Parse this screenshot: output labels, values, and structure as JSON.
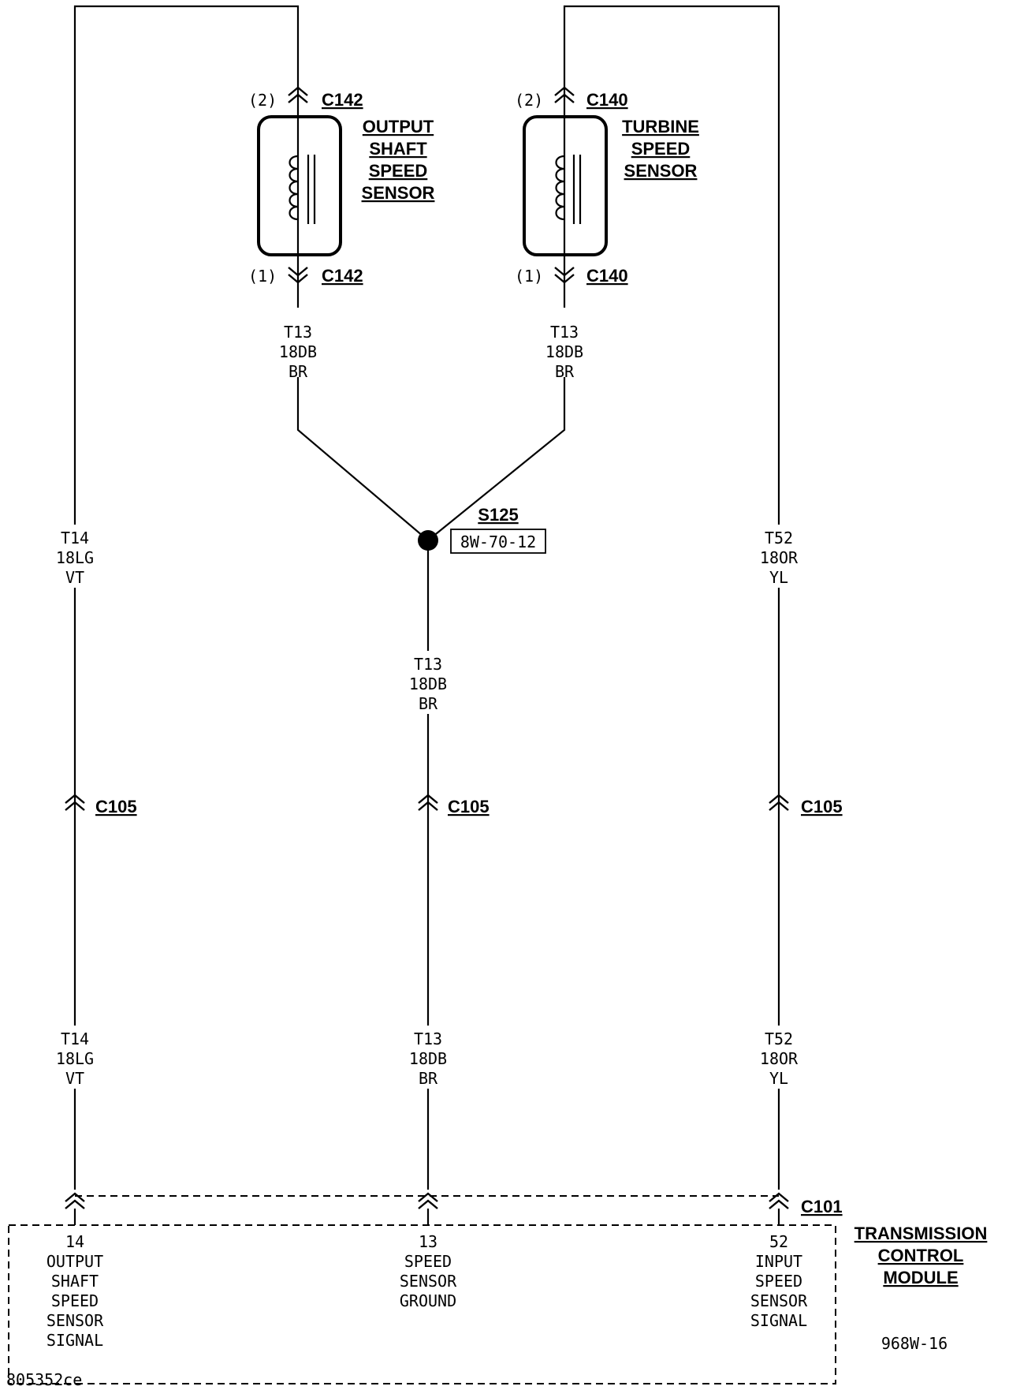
{
  "sensors": {
    "output_shaft": {
      "pin2": "(2)",
      "pin1": "(1)",
      "connector": "C142",
      "name_lines": [
        "OUTPUT",
        "SHAFT",
        "SPEED",
        "SENSOR"
      ]
    },
    "turbine": {
      "pin2": "(2)",
      "pin1": "(1)",
      "connector": "C140",
      "name_lines": [
        "TURBINE",
        "SPEED",
        "SENSOR"
      ]
    }
  },
  "wires": {
    "t13": [
      "T13",
      "18DB",
      "BR"
    ],
    "t14": [
      "T14",
      "18LG",
      "VT"
    ],
    "t52": [
      "T52",
      "18OR",
      "YL"
    ]
  },
  "splice": {
    "id": "S125",
    "ref": "8W-70-12"
  },
  "inline_connector": "C105",
  "module": {
    "connector": "C101",
    "name_lines": [
      "TRANSMISSION",
      "CONTROL",
      "MODULE"
    ],
    "pins": [
      {
        "num": "14",
        "lines": [
          "OUTPUT",
          "SHAFT",
          "SPEED",
          "SENSOR",
          "SIGNAL"
        ]
      },
      {
        "num": "13",
        "lines": [
          "SPEED",
          "SENSOR",
          "GROUND"
        ]
      },
      {
        "num": "52",
        "lines": [
          "INPUT",
          "SPEED",
          "SENSOR",
          "SIGNAL"
        ]
      }
    ]
  },
  "page_code": "968W-16",
  "image_code": "805352ce"
}
